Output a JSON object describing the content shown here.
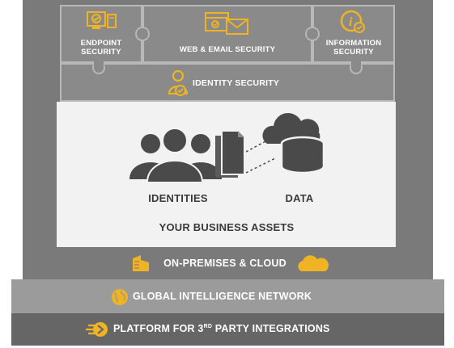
{
  "colors": {
    "frame": "#7a7a7a",
    "puzzle": "#8a8a8a",
    "puzzle_border": "#b8b8b8",
    "assets_bg": "#f2f2f2",
    "gin_bar": "#9b9b9b",
    "platform_bar": "#666666",
    "accent": "#f0b323",
    "icon_dark": "#4a4a4a"
  },
  "puzzle": {
    "endpoint": {
      "line1": "ENDPOINT",
      "line2": "SECURITY",
      "icon": "computer-check-icon"
    },
    "web_email": {
      "label": "WEB & EMAIL SECURITY",
      "icon": "browser-envelope-icon"
    },
    "information": {
      "line1": "INFORMATION",
      "line2": "SECURITY",
      "icon": "info-check-icon"
    },
    "identity": {
      "label": "IDENTITY SECURITY",
      "icon": "person-check-icon"
    }
  },
  "assets": {
    "identities_label": "IDENTITIES",
    "data_label": "DATA",
    "title": "YOUR BUSINESS ASSETS"
  },
  "layers": {
    "on_prem": {
      "label": "ON-PREMISES & CLOUD",
      "icons": [
        "building-icon",
        "cloud-icon"
      ]
    },
    "gin": {
      "label": "GLOBAL INTELLIGENCE NETWORK",
      "icon": "globe-icon"
    },
    "platform": {
      "label_prefix": "PLATFORM FOR 3",
      "superscript": "RD",
      "label_suffix": " PARTY INTEGRATIONS",
      "icon": "integration-arrow-icon"
    }
  }
}
